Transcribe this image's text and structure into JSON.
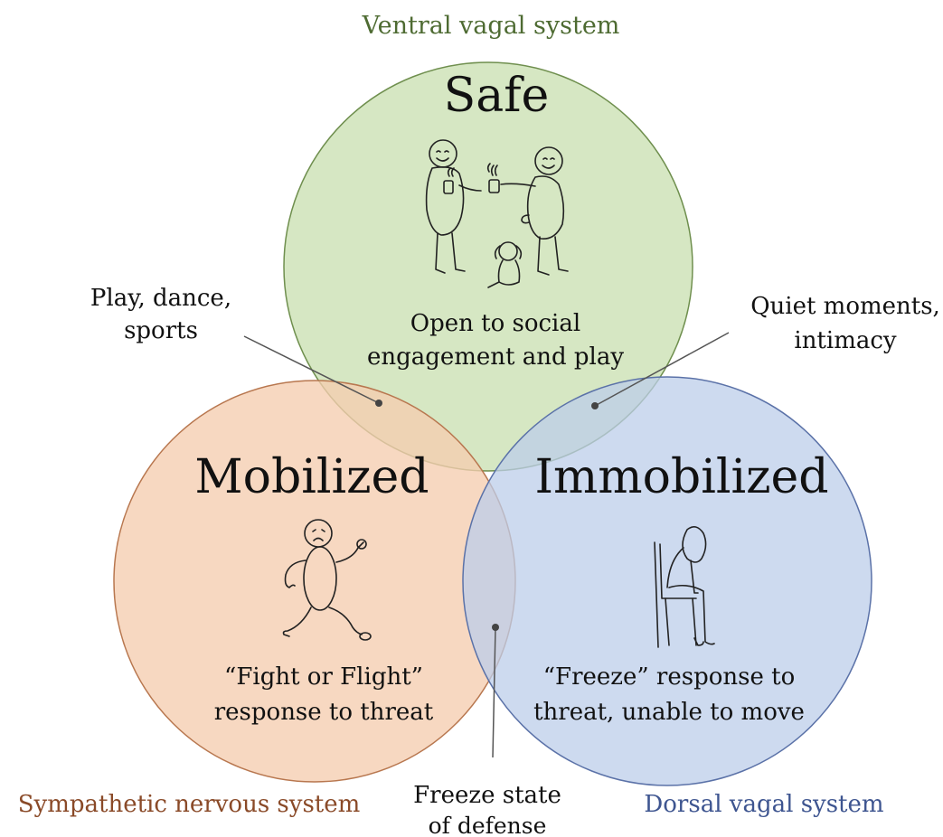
{
  "systems": {
    "ventral": {
      "label": "Ventral vagal system",
      "color": "#4e6b32"
    },
    "sympathetic": {
      "label": "Sympathetic nervous system",
      "color": "#8a4a28"
    },
    "dorsal": {
      "label": "Dorsal vagal system",
      "color": "#3e5590"
    }
  },
  "circles": {
    "safe": {
      "title": "Safe",
      "desc_line1": "Open to social",
      "desc_line2": "engagement and play",
      "fill": "#cfe3b9",
      "stroke": "#6f8f4e"
    },
    "mobilized": {
      "title": "Mobilized",
      "desc_line1": "“Fight or Flight”",
      "desc_line2": "response to threat",
      "fill": "#f5cdb0",
      "stroke": "#b8774f"
    },
    "immobilized": {
      "title": "Immobilized",
      "desc_line1": "“Freeze” response to",
      "desc_line2": "threat, unable to move",
      "fill": "#bccde9",
      "stroke": "#5b72a8"
    }
  },
  "overlaps": {
    "safe_mobilized": {
      "line1": "Play, dance,",
      "line2": "sports"
    },
    "safe_immobilized": {
      "line1": "Quiet moments,",
      "line2": "intimacy"
    },
    "mobilized_immobilized": {
      "line1": "Freeze state",
      "line2": "of defense"
    }
  },
  "illustrations": {
    "safe": "two-people-with-coffee-and-dog",
    "mobilized": "running-distressed-figure",
    "immobilized": "slumped-seated-figure"
  }
}
